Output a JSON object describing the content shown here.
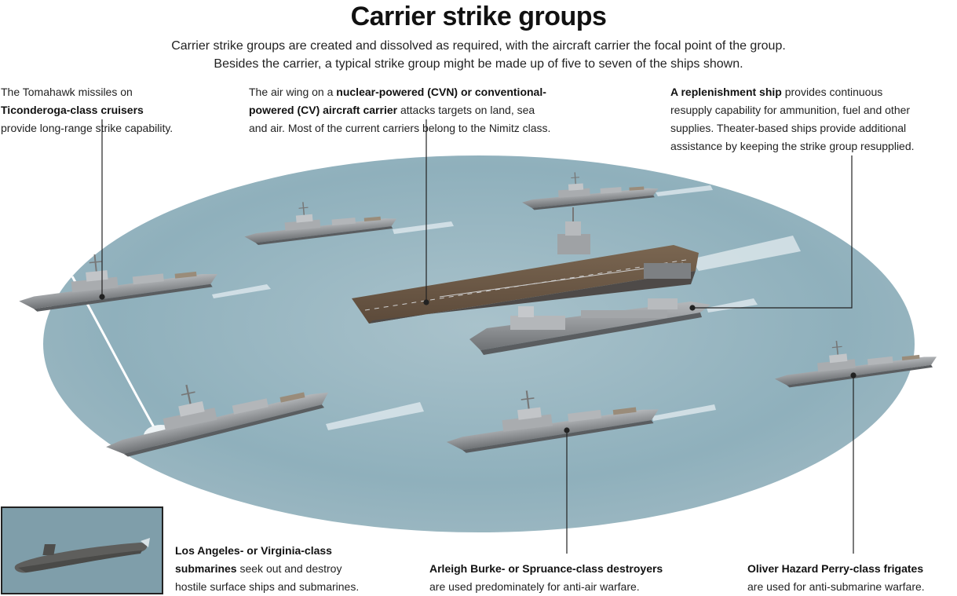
{
  "title": "Carrier strike groups",
  "subtitle": {
    "line1": "Carrier strike groups are created and dissolved as required, with the aircraft carrier the focal point of the group.",
    "line2": "Besides the carrier, a typical strike group might be made up of five to seven of the ships shown."
  },
  "callouts": {
    "cruisers": {
      "pre": "The Tomahawk missiles on",
      "bold": "Ticonderoga-class cruisers",
      "post": "provide long-range strike capability."
    },
    "carrier": {
      "t1": "The air wing on a ",
      "b1": "nuclear-powered (CVN) or conventional-",
      "b2": "powered (CV) aircraft carrier",
      "t2": " attacks targets on land, sea",
      "t3": "and air. Most of the current carriers belong to the Nimitz class."
    },
    "replenishment": {
      "bold": "A replenishment ship",
      "t1": " provides continuous",
      "t2": "resupply capability for ammunition, fuel and other",
      "t3": "supplies. Theater-based ships provide additional",
      "t4": "assistance by keeping the strike group resupplied."
    },
    "submarines": {
      "b1": "Los Angeles- or Virginia-class",
      "b2": "submarines",
      "t1": " seek out and destroy",
      "t2": "hostile surface ships and submarines."
    },
    "destroyers": {
      "bold": "Arleigh Burke- or Spruance-class destroyers",
      "t1": "are used predominately for anti-air warfare."
    },
    "frigates": {
      "bold": "Oliver Hazard Perry-class frigates",
      "t1": "are used for anti-submarine warfare."
    }
  },
  "colors": {
    "sea": "#8fb0bc",
    "sea_light": "#b7ccd4",
    "hull": "#8a8d90",
    "deck": "#6a5846",
    "leader": "#222222"
  }
}
